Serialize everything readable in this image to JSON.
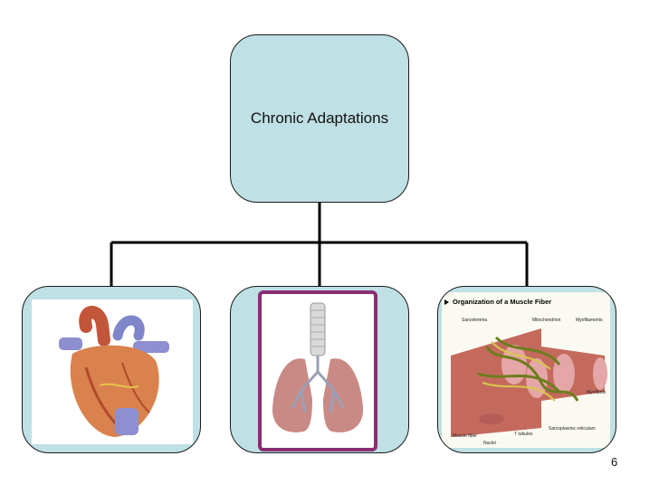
{
  "diagram": {
    "root": {
      "label": "Chronic Adaptations"
    },
    "children": [
      {
        "id": "heart",
        "image": "heart-illustration"
      },
      {
        "id": "lungs",
        "image": "lungs-illustration"
      },
      {
        "id": "muscle",
        "image": "muscle-fiber-illustration",
        "title": "Organization of a Muscle Fiber",
        "labels": {
          "sarcolemma": "Sarcolemma",
          "mitochondrion": "Mitochondrion",
          "myofilaments": "Myofilaments",
          "myofibrils": "Myofibrils",
          "sarcoplasmic": "Sarcoplasmic reticulum",
          "muscle_fiber": "Muscle fiber",
          "t_tubules": "T tubules",
          "nuclei": "Nuclei"
        }
      }
    ],
    "colors": {
      "box_fill": "#bfe0e4",
      "line": "#000000"
    }
  },
  "page_number": "6"
}
